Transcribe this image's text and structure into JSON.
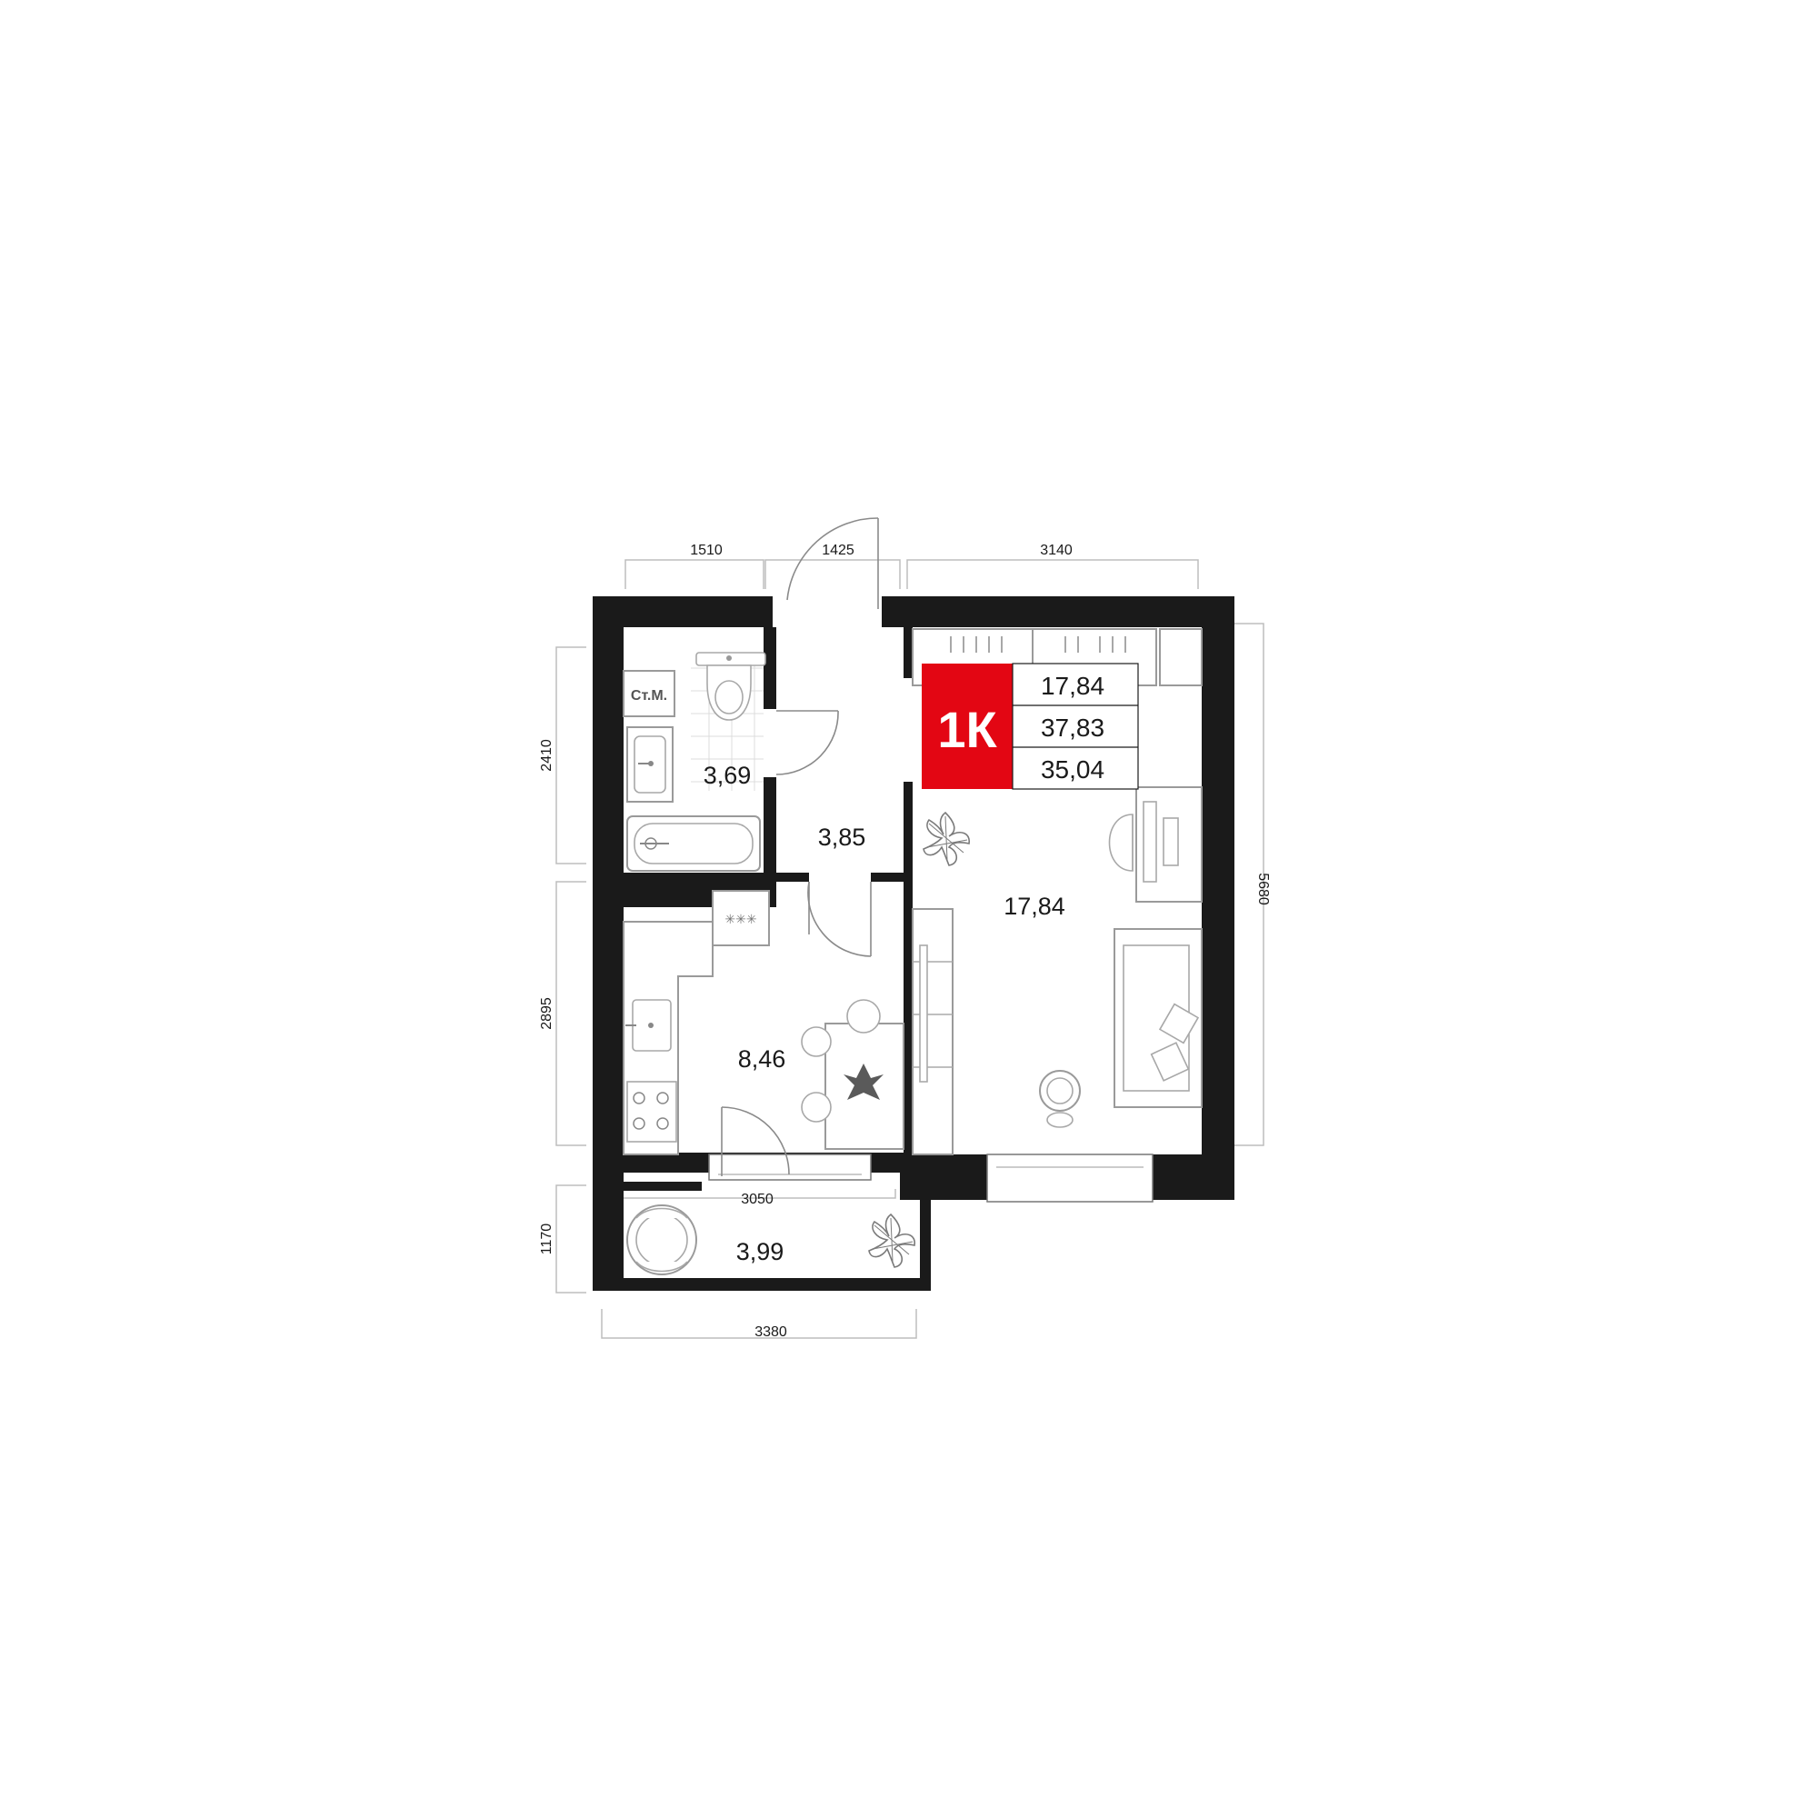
{
  "apartment": {
    "type_label": "1К",
    "badge_color": "#e30613",
    "wall_color": "#1a1a1a",
    "living_area": "17,84",
    "total_area": "37,83",
    "area_without_balcony": "35,04"
  },
  "rooms": {
    "bathroom": {
      "area": "3,69",
      "machine_label": "Ст.М."
    },
    "hallway": {
      "area": "3,85"
    },
    "living_room": {
      "area": "17,84"
    },
    "kitchen": {
      "area": "8,46"
    },
    "balcony": {
      "area": "3,99"
    }
  },
  "dimensions": {
    "top_left": "1510",
    "top_middle": "1425",
    "top_right": "3140",
    "left_upper": "2410",
    "left_lower": "2895",
    "left_balcony": "1170",
    "right_total": "5680",
    "kitchen_width": "3050",
    "balcony_width": "3380"
  },
  "icons": {
    "toilet": "toilet-icon",
    "sink": "sink-icon",
    "bathtub": "bathtub-icon",
    "washing_machine": "washing-machine-icon",
    "stove": "stove-icon",
    "radiator": "radiator-icon",
    "plant": "plant-icon",
    "sofa": "sofa-icon",
    "desk": "desk-icon",
    "table": "dining-table-icon",
    "chair": "chair-icon",
    "wardrobe": "wardrobe-icon",
    "door": "door-icon",
    "window": "window-icon"
  }
}
